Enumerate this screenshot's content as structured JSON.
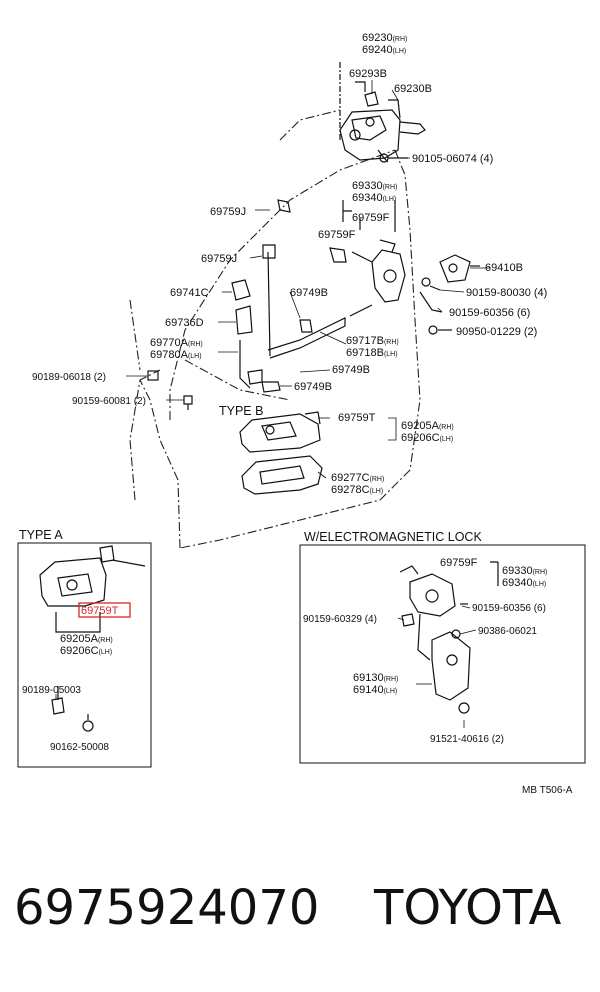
{
  "diagram_ref": "MB T506-A",
  "caption": {
    "part_number": "6975924070",
    "brand": "TOYOTA"
  },
  "sections": {
    "type_a": "TYPE A",
    "type_b": "TYPE B",
    "electromagnetic": "W/ELECTROMAGNETIC LOCK"
  },
  "labels": {
    "p69230": "69230",
    "p69230_rh": "(RH)",
    "p69240": "69240",
    "p69240_lh": "(LH)",
    "p69293B": "69293B",
    "p69230B": "69230B",
    "b90105": "90105-06074 (4)",
    "p69330": "69330",
    "p69330_rh": "(RH)",
    "p69340": "69340",
    "p69340_lh": "(LH)",
    "p69759F_a": "69759F",
    "p69759F_b": "69759F",
    "p69759J_a": "69759J",
    "p69759J_b": "69759J",
    "p69410B": "69410B",
    "b90159_80030": "90159-80030 (4)",
    "b90159_60356": "90159-60356 (6)",
    "b90950": "90950-01229 (2)",
    "p69741C": "69741C",
    "p69749B_a": "69749B",
    "p69736D": "69736D",
    "p69770A": "69770A",
    "p69770A_rh": "(RH)",
    "p69780A": "69780A",
    "p69780A_lh": "(LH)",
    "p69717B": "69717B",
    "p69717B_rh": "(RH)",
    "p69718B": "69718B",
    "p69718B_lh": "(LH)",
    "b90189_06018": "90189-06018 (2)",
    "p69749B_b": "69749B",
    "p69749B_c": "69749B",
    "b90159_60081": "90159-60081 (2)",
    "p69759T_b": "69759T",
    "p69205A_b": "69205A",
    "p69205A_b_rh": "(RH)",
    "p69206C_b": "69206C",
    "p69206C_b_lh": "(LH)",
    "p69277C": "69277C",
    "p69277C_rh": "(RH)",
    "p69278C": "69278C",
    "p69278C_lh": "(LH)",
    "p69759T_a": "69759T",
    "p69205A_a": "69205A",
    "p69205A_a_rh": "(RH)",
    "p69206C_a": "69206C",
    "p69206C_a_lh": "(LH)",
    "b90189_05003": "90189-05003",
    "b90162_50008": "90162-50008",
    "p69759F_c": "69759F",
    "p69330_e": "69330",
    "p69330_e_rh": "(RH)",
    "p69340_e": "69340",
    "p69340_e_lh": "(LH)",
    "b90159_60329": "90159-60329 (4)",
    "b90159_60356_e": "90159-60356 (6)",
    "b90386": "90386-06021",
    "p69130": "69130",
    "p69130_rh": "(RH)",
    "p69140": "69140",
    "p69140_lh": "(LH)",
    "b91521": "91521-40616 (2)"
  },
  "highlight_color": "#d9262a"
}
